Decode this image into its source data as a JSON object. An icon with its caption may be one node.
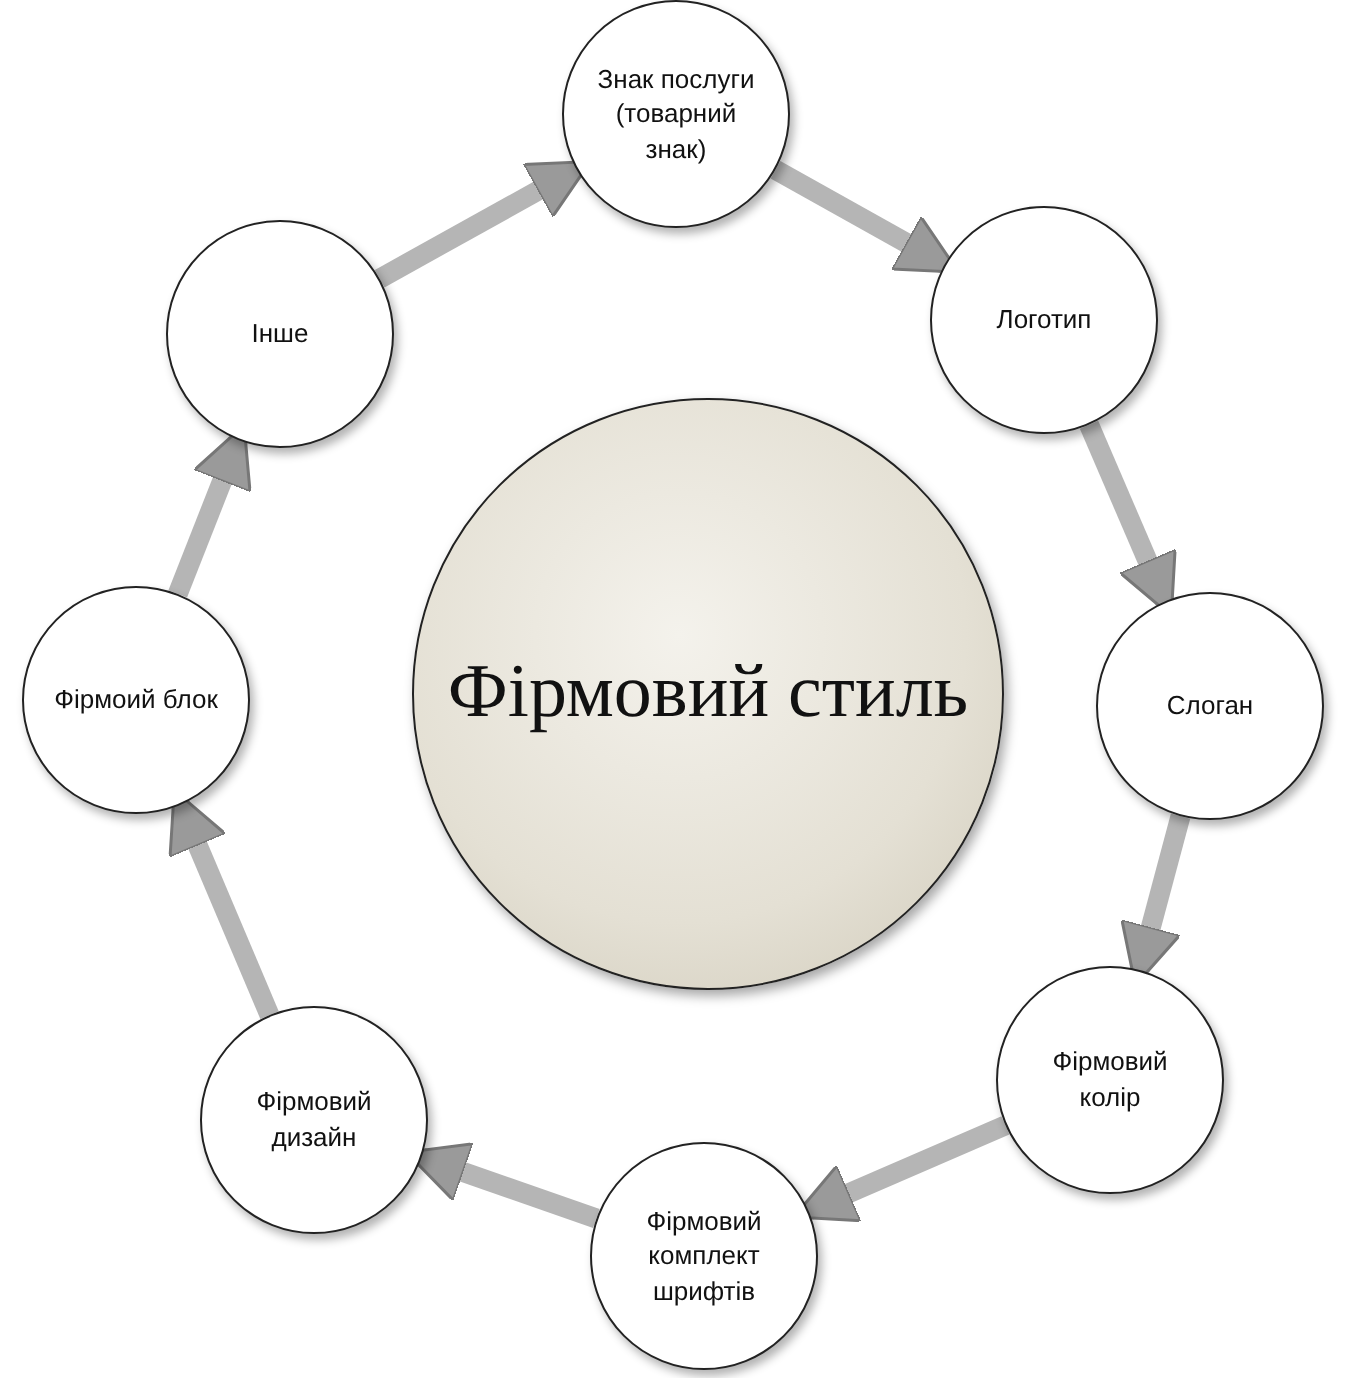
{
  "diagram": {
    "nodes": [
      {
        "text": [
          "Фірмовий стиль"
        ]
      },
      {
        "text": [
          "Знак послуги (товарний знак)"
        ]
      },
      {
        "text": [
          "Логотип"
        ]
      },
      {
        "text": [
          "Слоган"
        ]
      },
      {
        "text": [
          "Фірмовий колір"
        ]
      },
      {
        "text": [
          "Фірмовий комплект шрифтів"
        ]
      },
      {
        "text": [
          "Фірмовий дизайн"
        ]
      },
      {
        "text": [
          "Фірмоий блок"
        ]
      },
      {
        "text": [
          "Інше"
        ]
      }
    ],
    "edges": [
      {
        "from": 8,
        "to": 1,
        "arrow": "to"
      },
      {
        "from": 1,
        "to": 2,
        "arrow": "to"
      },
      {
        "from": 2,
        "to": 3,
        "arrow": "to"
      },
      {
        "from": 3,
        "to": 4,
        "arrow": "to"
      },
      {
        "from": 4,
        "to": 5,
        "arrow": "to"
      },
      {
        "from": 5,
        "to": 6,
        "arrow": "to"
      },
      {
        "from": 6,
        "to": 7,
        "arrow": "to"
      },
      {
        "from": 7,
        "to": 8,
        "arrow": "to"
      }
    ]
  }
}
